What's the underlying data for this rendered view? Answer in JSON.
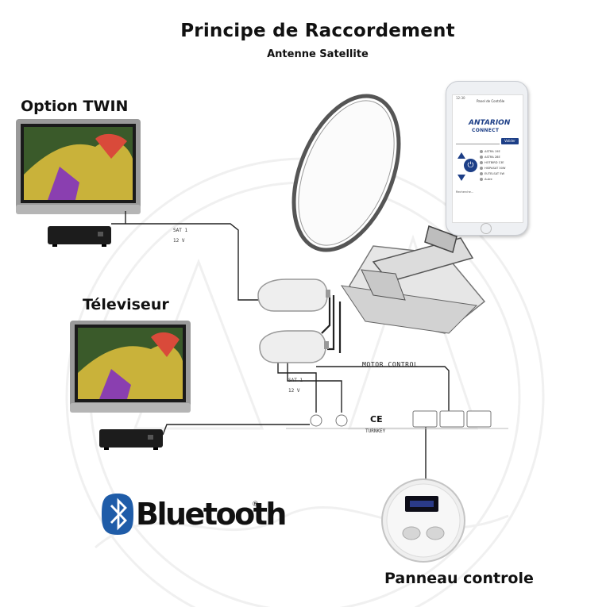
{
  "header": {
    "title": "Principe de Raccordement",
    "subtitle": "Antenne Satellite"
  },
  "labels": {
    "option_twin": "Option TWIN",
    "televiseur": "Téleviseur",
    "panneau_controle": "Panneau controle",
    "motor_control": "MOTOR CONTROL",
    "sat_line_1": "SAT 1",
    "sat_line_2": "12 V",
    "sat_line_3": "SAT 1",
    "sat_line_4": "12 V",
    "ce_mark": "CE",
    "connector_note": "TURNKEY"
  },
  "bluetooth": {
    "text": "Bluetooth",
    "registered": "®"
  },
  "phone": {
    "status": "12:30",
    "app_title": "Panel de Contrôle",
    "brand_line1": "ANTARION",
    "brand_line2": "CONNECT",
    "ok_button": "Valider",
    "options": [
      "ASTRA 19E",
      "ASTRA 28E",
      "HOTBIRD 13E",
      "HISPASAT 30W",
      "EUTELSAT 5W",
      "Autre"
    ],
    "footer": "Recherche..."
  },
  "colors": {
    "bluetooth_blue": "#1f5ca8",
    "brand_blue": "#1d3f87",
    "line": "#222222"
  }
}
